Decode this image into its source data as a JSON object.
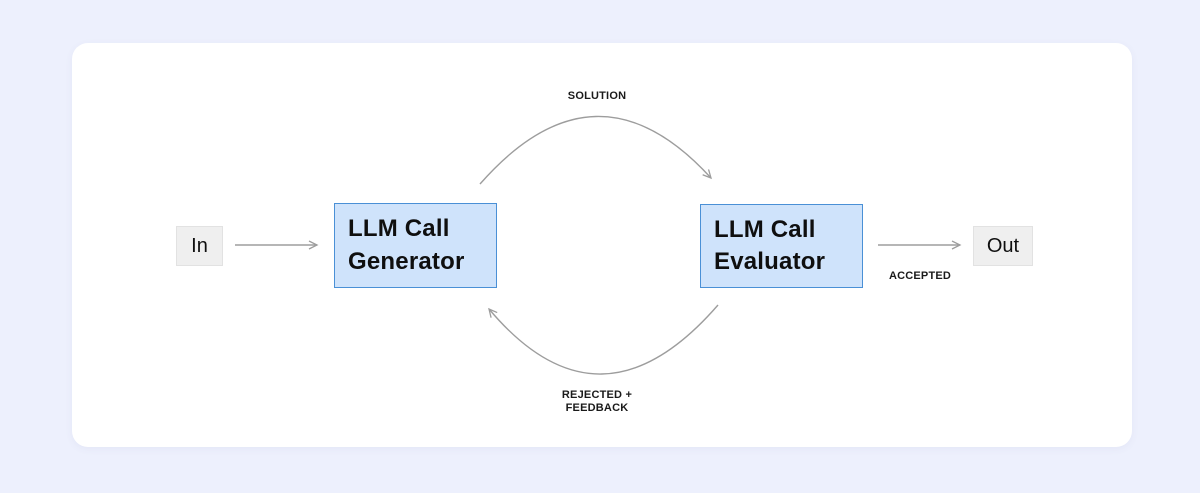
{
  "page": {
    "background_color": "#edf0fd",
    "card_color": "#ffffff"
  },
  "diagram": {
    "nodes": {
      "input": {
        "label": "In"
      },
      "generator": {
        "label": "LLM Call\nGenerator"
      },
      "evaluator": {
        "label": "LLM Call\nEvaluator"
      },
      "output": {
        "label": "Out"
      }
    },
    "edges": {
      "solution": {
        "label": "SOLUTION"
      },
      "accepted": {
        "label": "ACCEPTED"
      },
      "rejected": {
        "label": "REJECTED +\nFEEDBACK"
      }
    },
    "colors": {
      "llm_node_fill": "#cfe3fb",
      "llm_node_border": "#4a90d6",
      "terminal_fill": "#efefef",
      "terminal_border": "#e2e2e2",
      "arrow_stroke": "#9d9d9d",
      "label_text": "#1a1a1a",
      "node_text": "#0f0f0f"
    }
  }
}
